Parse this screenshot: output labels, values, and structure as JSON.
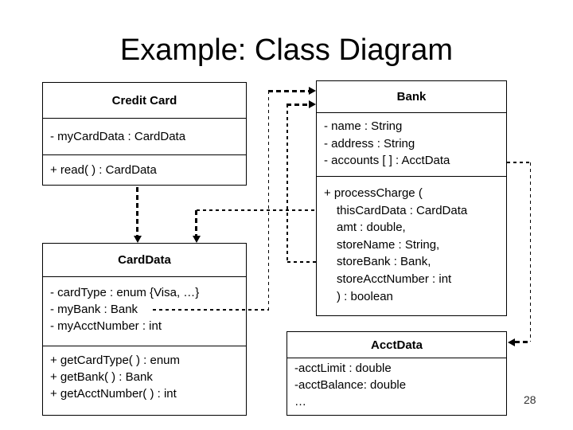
{
  "slide": {
    "title": "Example: Class Diagram",
    "page_number": "28"
  },
  "classes": {
    "credit_card": {
      "name": "Credit Card",
      "attributes": [
        "- myCardData : CardData"
      ],
      "methods": [
        "+ read( ) : CardData"
      ]
    },
    "bank": {
      "name": "Bank",
      "attributes": [
        "- name : String",
        "- address : String",
        "- accounts [ ] : AcctData"
      ],
      "methods": [
        "+ processCharge (",
        "thisCardData : CardData",
        "amt : double,",
        "storeName : String,",
        "storeBank : Bank,",
        "storeAcctNumber : int",
        ") : boolean"
      ]
    },
    "card_data": {
      "name": "CardData",
      "attributes": [
        "- cardType : enum {Visa, …}",
        "- myBank : Bank",
        "- myAcctNumber : int"
      ],
      "methods": [
        "+ getCardType( ) : enum",
        "+ getBank( ) : Bank",
        "+ getAcctNumber( ) : int"
      ]
    },
    "acct_data": {
      "name": "AcctData",
      "attributes": [
        "-acctLimit : double",
        "-acctBalance: double",
        "…"
      ],
      "methods": []
    }
  },
  "connections": [
    {
      "from": "CreditCard.myCardData",
      "to": "CardData",
      "style": "dashed-arrow"
    },
    {
      "from": "Bank.processCharge.thisCardData",
      "to": "CardData",
      "style": "dashed-arrow"
    },
    {
      "from": "CardData.myBank",
      "to": "Bank",
      "style": "dashed-arrow"
    },
    {
      "from": "Bank.processCharge.storeBank",
      "to": "Bank",
      "style": "dashed-arrow"
    },
    {
      "from": "Bank.accounts",
      "to": "AcctData",
      "style": "dashed-arrow"
    }
  ],
  "colors": {
    "background": "#ffffff",
    "line": "#000000",
    "text": "#000000",
    "page_number": "#333333"
  }
}
